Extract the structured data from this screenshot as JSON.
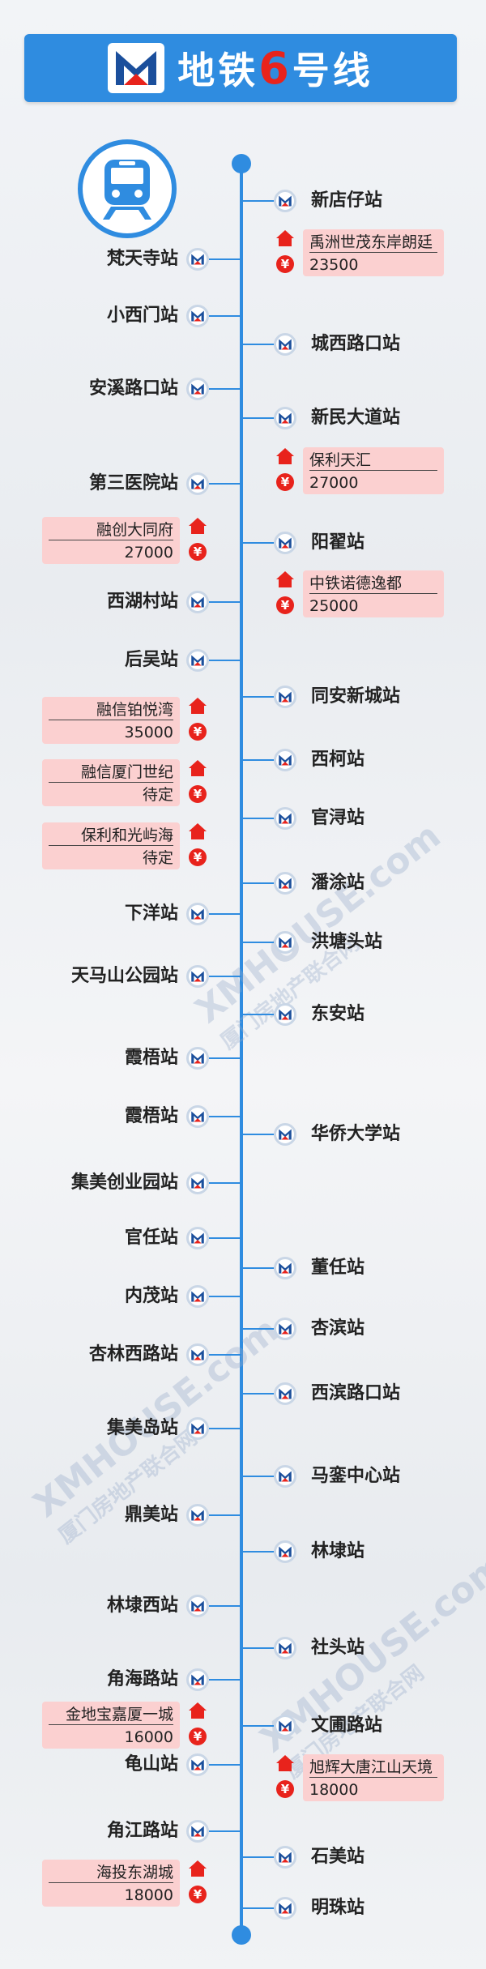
{
  "header": {
    "title_prefix": "地铁",
    "title_number": "6",
    "title_suffix": "号线"
  },
  "watermark": {
    "text": "XMHOUSE.com",
    "sub": "厦门房地产联合网"
  },
  "stations_left": [
    {
      "name": "梵天寺站",
      "y": 0
    },
    {
      "name": "小西门站"
    },
    {
      "name": "安溪路口站"
    },
    {
      "name": "第三医院站"
    },
    {
      "name": "西湖村站"
    },
    {
      "name": "后吴站"
    },
    {
      "name": "下洋站"
    },
    {
      "name": "天马山公园站"
    },
    {
      "name": "霞梧站"
    },
    {
      "name": "霞梧站"
    },
    {
      "name": "集美创业园站"
    },
    {
      "name": "官任站"
    },
    {
      "name": "内茂站"
    },
    {
      "name": "杏林西路站"
    },
    {
      "name": "集美岛站"
    },
    {
      "name": "鼎美站"
    },
    {
      "name": "林埭西站"
    },
    {
      "name": "角海路站"
    },
    {
      "name": "龟山站"
    },
    {
      "name": "角江路站"
    }
  ],
  "stations_right": [
    {
      "name": "新店仔站"
    },
    {
      "name": "城西路口站"
    },
    {
      "name": "新民大道站"
    },
    {
      "name": "阳翟站"
    },
    {
      "name": "同安新城站"
    },
    {
      "name": "西柯站"
    },
    {
      "name": "官浔站"
    },
    {
      "name": "潘涂站"
    },
    {
      "name": "洪塘头站"
    },
    {
      "name": "东安站"
    },
    {
      "name": "华侨大学站"
    },
    {
      "name": "董任站"
    },
    {
      "name": "杏滨站"
    },
    {
      "name": "西滨路口站"
    },
    {
      "name": "马銮中心站"
    },
    {
      "name": "林埭站"
    },
    {
      "name": "社头站"
    },
    {
      "name": "文圃路站"
    },
    {
      "name": "石美站"
    },
    {
      "name": "明珠站"
    }
  ],
  "cards_right": [
    {
      "name": "禹洲世茂东岸朗廷",
      "price": "23500"
    },
    {
      "name": "保利天汇",
      "price": "27000"
    },
    {
      "name": "中铁诺德逸都",
      "price": "25000"
    },
    {
      "name": "旭辉大唐江山天境",
      "price": "18000"
    }
  ],
  "cards_left": [
    {
      "name": "融创大同府",
      "price": "27000"
    },
    {
      "name": "融信铂悦湾",
      "price": "35000"
    },
    {
      "name": "融信厦门世纪",
      "price": "待定"
    },
    {
      "name": "保利和光屿海",
      "price": "待定"
    },
    {
      "name": "金地宝嘉厦一城",
      "price": "16000"
    },
    {
      "name": "海投东湖城",
      "price": "18000"
    }
  ],
  "colors": {
    "line": "#2f8ce0",
    "accent": "#e8231c",
    "card": "#fbd0d0"
  },
  "icons": {
    "logo": "metro-logo-icon",
    "train": "train-icon",
    "station": "station-marker-icon",
    "house": "house-icon",
    "price": "yen-icon"
  }
}
